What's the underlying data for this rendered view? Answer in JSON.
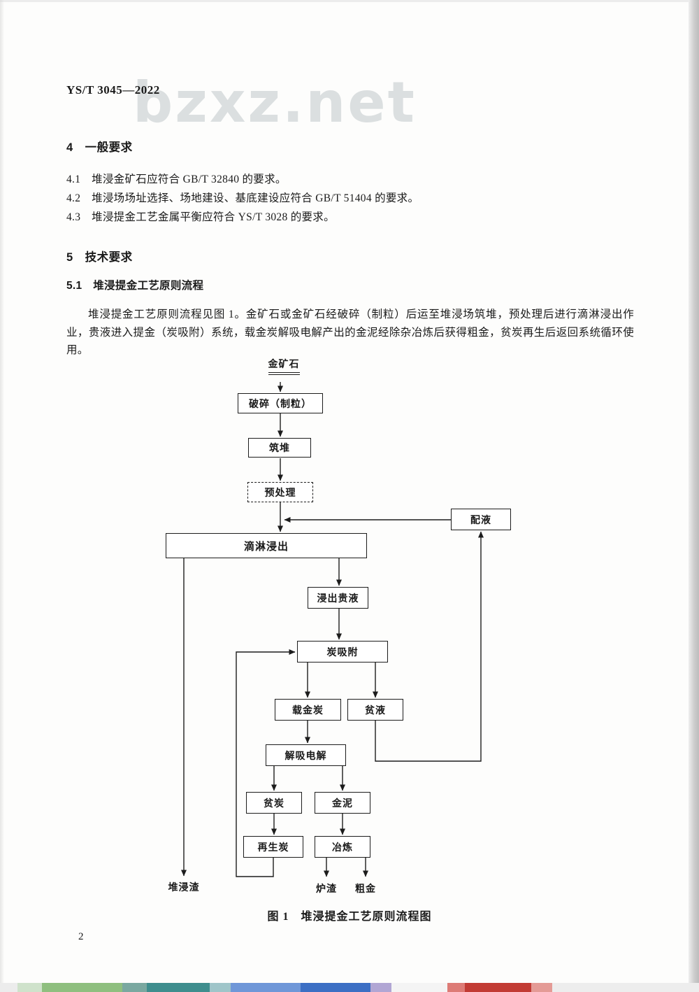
{
  "page": {
    "doc_number": "YS/T 3045—2022",
    "watermark": "bzxz.net",
    "page_number": "2"
  },
  "sections": {
    "s4": {
      "heading": "4　一般要求",
      "items": [
        "4.1　堆浸金矿石应符合 GB/T 32840 的要求。",
        "4.2　堆浸场场址选择、场地建设、基底建设应符合 GB/T 51404 的要求。",
        "4.3　堆浸提金工艺金属平衡应符合 YS/T 3028 的要求。"
      ]
    },
    "s5": {
      "heading": "5　技术要求",
      "sub_heading": "5.1　堆浸提金工艺原则流程",
      "paragraph": "堆浸提金工艺原则流程见图 1。金矿石或金矿石经破碎（制粒）后运至堆浸场筑堆，预处理后进行滴淋浸出作业，贵液进入提金（炭吸附）系统，载金炭解吸电解产出的金泥经除杂冶炼后获得粗金，贫炭再生后返回系统循环使用。"
    }
  },
  "flowchart": {
    "caption": "图 1　堆浸提金工艺原则流程图",
    "nodes": {
      "ore": "金矿石",
      "crush": "破碎（制粒）",
      "heap": "筑堆",
      "pretreat": "预处理",
      "mix": "配液",
      "leach": "滴淋浸出",
      "pregnant": "浸出贵液",
      "adsorb": "炭吸附",
      "loaded_carbon": "载金炭",
      "barren_solution": "贫液",
      "desorb": "解吸电解",
      "barren_carbon": "贫炭",
      "gold_mud": "金泥",
      "regen_carbon": "再生炭",
      "smelt": "冶炼",
      "residue": "堆浸渣",
      "slag": "炉渣",
      "crude_gold": "粗金"
    }
  }
}
